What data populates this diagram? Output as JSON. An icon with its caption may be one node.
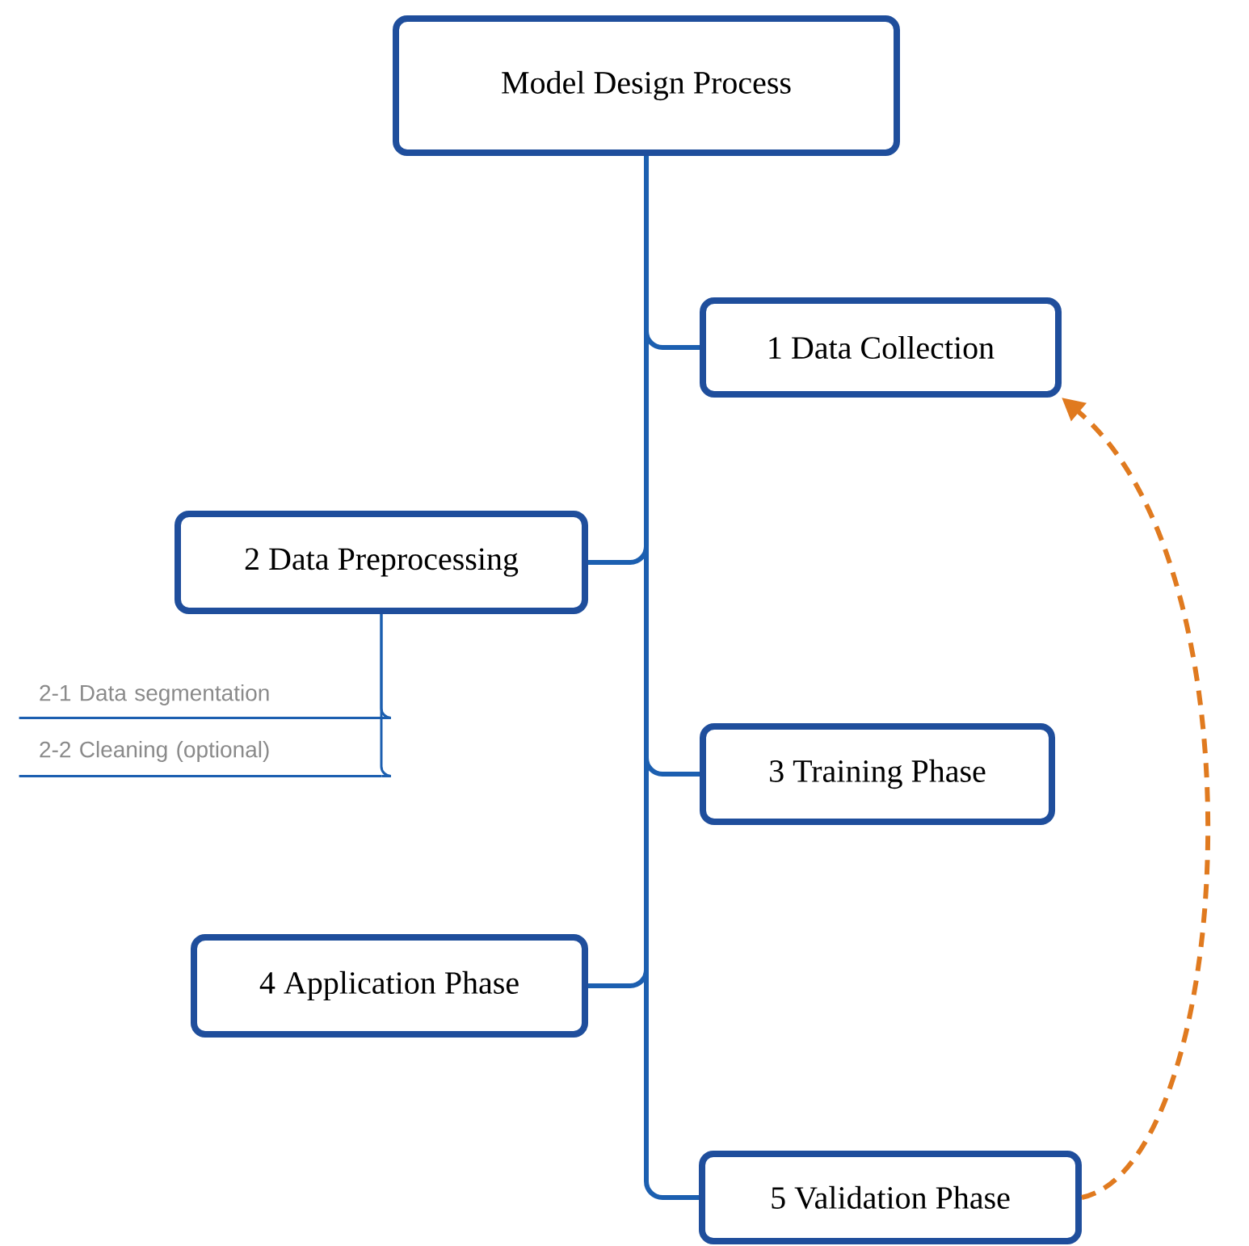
{
  "diagram": {
    "nodes": [
      {
        "text": [
          "Model Design Process"
        ]
      },
      {
        "text": [
          "1 Data Collection"
        ]
      },
      {
        "text": [
          "2 Data Preprocessing"
        ]
      },
      {
        "text": [
          "2-1 Data segmentation"
        ]
      },
      {
        "text": [
          "2-2 Cleaning (optional)"
        ]
      },
      {
        "text": [
          "3 Training Phase"
        ]
      },
      {
        "text": [
          "4 Application Phase"
        ]
      },
      {
        "text": [
          "5 Validation Phase"
        ]
      }
    ],
    "edges": [
      {
        "from": 0,
        "to": 1,
        "arrow": "none"
      },
      {
        "from": 0,
        "to": 2,
        "arrow": "none"
      },
      {
        "from": 2,
        "to": 3,
        "arrow": "none"
      },
      {
        "from": 2,
        "to": 4,
        "arrow": "none"
      },
      {
        "from": 0,
        "to": 5,
        "arrow": "none"
      },
      {
        "from": 0,
        "to": 6,
        "arrow": "none"
      },
      {
        "from": 0,
        "to": 7,
        "arrow": "none"
      },
      {
        "from": 7,
        "to": 1,
        "arrow": "to",
        "style": "dashed",
        "color": "#e07a1f"
      }
    ]
  }
}
